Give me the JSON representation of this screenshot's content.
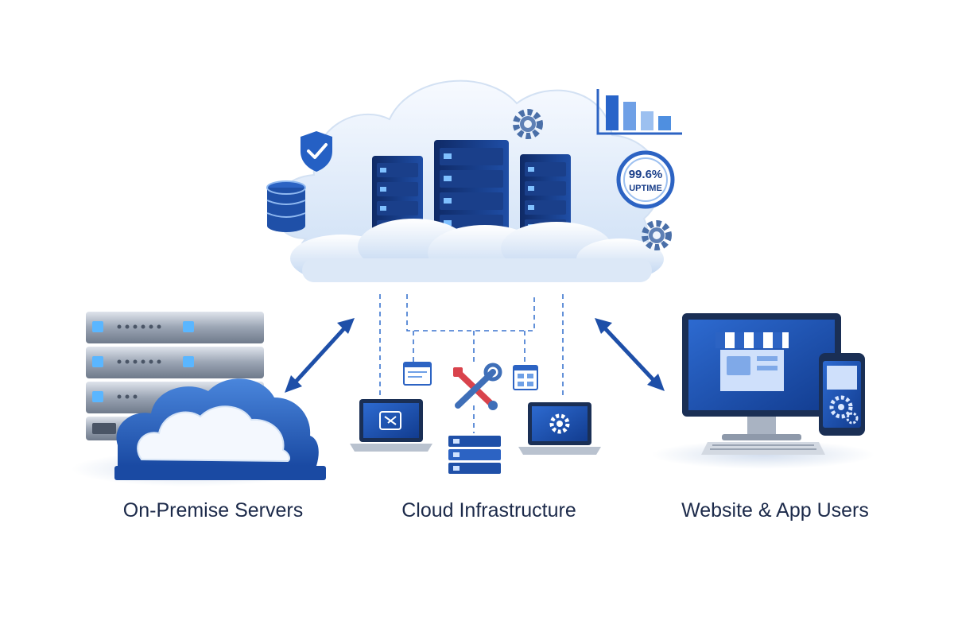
{
  "labels": {
    "on_premise": "On-Premise Servers",
    "cloud": "Cloud Infrastructure",
    "users": "Website & App Users"
  },
  "uptime": {
    "value": "99.6%",
    "label": "UPTIME"
  },
  "colors": {
    "primary": "#1e4fa8",
    "dark_navy": "#14306e",
    "accent_light": "#4f8fe0",
    "cloud_white": "#eef4fc",
    "text": "#1c2a4a",
    "tool_red": "#d9434c"
  }
}
